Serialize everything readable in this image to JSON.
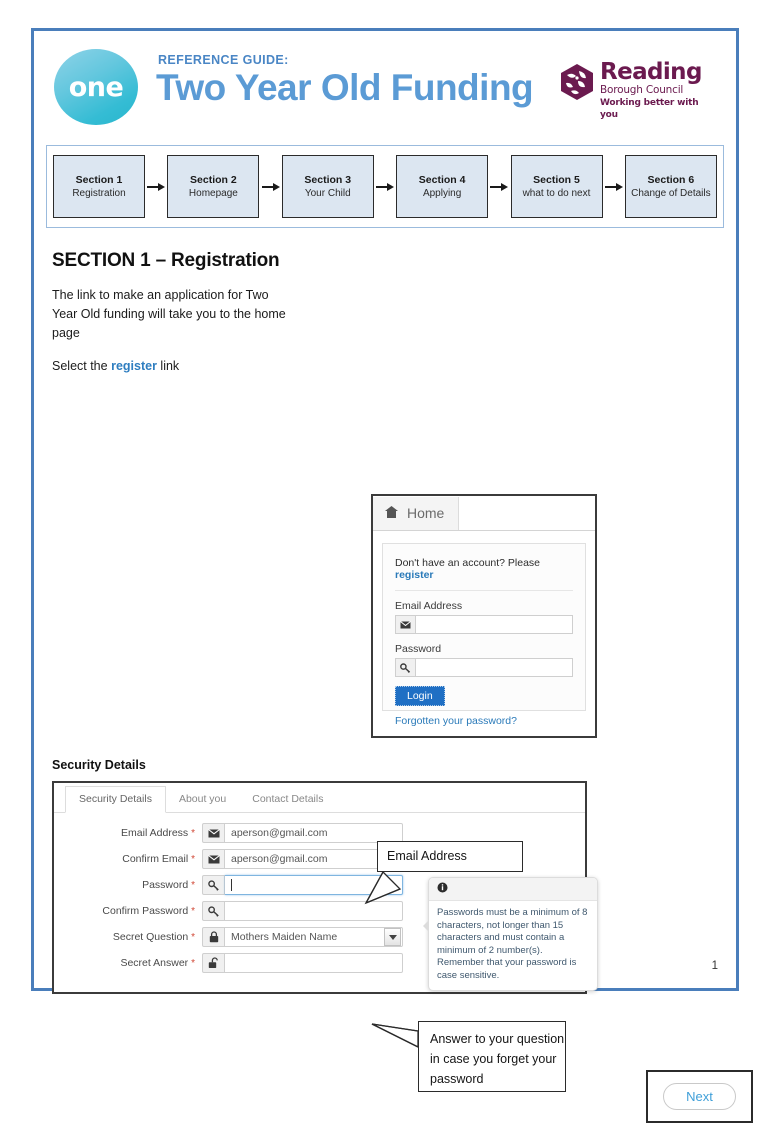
{
  "header": {
    "logo_text": "one",
    "kicker": "REFERENCE GUIDE:",
    "title": "Two Year Old Funding",
    "council": {
      "name": "Reading",
      "sub": "Borough Council",
      "strapline": "Working better with you",
      "color": "#6b1a4f"
    }
  },
  "flow": {
    "sections": [
      {
        "title": "Section 1",
        "sub": "Registration"
      },
      {
        "title": "Section 2",
        "sub": "Homepage"
      },
      {
        "title": "Section 3",
        "sub": "Your Child"
      },
      {
        "title": "Section 4",
        "sub": "Applying"
      },
      {
        "title": "Section 5",
        "sub": "what to do next"
      },
      {
        "title": "Section 6",
        "sub": "Change of Details"
      }
    ]
  },
  "main": {
    "section_heading": "SECTION 1 – Registration",
    "intro_paragraph": "The link to make an application for Two Year Old funding will take you to the home page",
    "select_prefix": "Select the ",
    "select_link": "register",
    "select_suffix": " link",
    "security_label": "Security Details"
  },
  "login_screenshot": {
    "tab_label": "Home",
    "home_icon": "home-icon",
    "account_prompt": "Don't have an account? Please ",
    "register_link": "register",
    "email_label": "Email Address",
    "email_icon": "envelope-icon",
    "email_value": "",
    "password_label": "Password",
    "password_icon": "key-icon",
    "password_value": "",
    "login_button": "Login",
    "forgot_link": "Forgotten your password?"
  },
  "form_screenshot": {
    "tabs": [
      {
        "label": "Security Details",
        "active": true
      },
      {
        "label": "About you",
        "active": false
      },
      {
        "label": "Contact Details",
        "active": false
      }
    ],
    "fields": [
      {
        "label": "Email Address",
        "required": "*",
        "icon": "envelope-icon",
        "value": "aperson@gmail.com",
        "type": "text",
        "focused": false
      },
      {
        "label": "Confirm Email",
        "required": "*",
        "icon": "envelope-icon",
        "value": "aperson@gmail.com",
        "type": "text",
        "focused": false
      },
      {
        "label": "Password",
        "required": "*",
        "icon": "key-icon",
        "value": "",
        "type": "text",
        "focused": true
      },
      {
        "label": "Confirm Password",
        "required": "*",
        "icon": "key-icon",
        "value": "",
        "type": "text",
        "focused": false
      },
      {
        "label": "Secret Question",
        "required": "*",
        "icon": "padlock-closed-icon",
        "value": "Mothers Maiden Name",
        "type": "select",
        "focused": false
      },
      {
        "label": "Secret Answer",
        "required": "*",
        "icon": "padlock-open-icon",
        "value": "",
        "type": "text",
        "focused": false
      }
    ]
  },
  "tooltip": {
    "icon": "info-icon",
    "text": "Passwords must be a minimum of 8 characters, not longer than 15 characters and must contain a minimum of 2 number(s). Remember that your password is case sensitive."
  },
  "callouts": {
    "email": "Email Address",
    "answer": "Answer to your question in case you forget your password"
  },
  "next_button": {
    "label": "Next"
  },
  "footer": {
    "page_number": "1"
  },
  "colors": {
    "page_border": "#4a7ebb",
    "title_blue": "#5b9bd5",
    "link_blue": "#2f7ec0",
    "flow_fill": "#dce6f1",
    "council_purple": "#6b1a4f"
  }
}
